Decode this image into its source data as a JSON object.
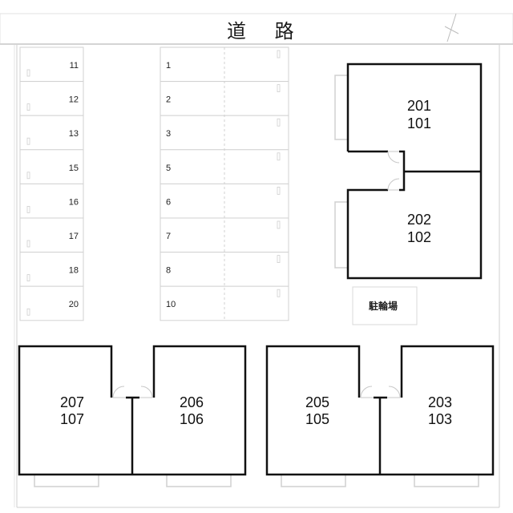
{
  "road": {
    "label": "道 路"
  },
  "north_marker": {
    "icon": "north-arrow-icon"
  },
  "parking": {
    "left_column": [
      {
        "num": "11"
      },
      {
        "num": "12"
      },
      {
        "num": "13"
      },
      {
        "num": "15"
      },
      {
        "num": "16"
      },
      {
        "num": "17"
      },
      {
        "num": "18"
      },
      {
        "num": "20"
      }
    ],
    "right_column": [
      {
        "num": "1"
      },
      {
        "num": "2"
      },
      {
        "num": "3"
      },
      {
        "num": "5"
      },
      {
        "num": "6"
      },
      {
        "num": "7"
      },
      {
        "num": "8"
      },
      {
        "num": "10"
      }
    ]
  },
  "bicycle_parking": {
    "label": "駐輪場"
  },
  "buildings": {
    "east_block": [
      {
        "upper": "201",
        "lower": "101"
      },
      {
        "upper": "202",
        "lower": "102"
      }
    ],
    "south_west_block": [
      {
        "upper": "207",
        "lower": "107"
      },
      {
        "upper": "206",
        "lower": "106"
      }
    ],
    "south_east_block": [
      {
        "upper": "205",
        "lower": "105"
      },
      {
        "upper": "203",
        "lower": "103"
      }
    ]
  },
  "colors": {
    "wall": "#111111",
    "faint_line": "#cfcfcf",
    "road_border": "#d6d6d6"
  }
}
